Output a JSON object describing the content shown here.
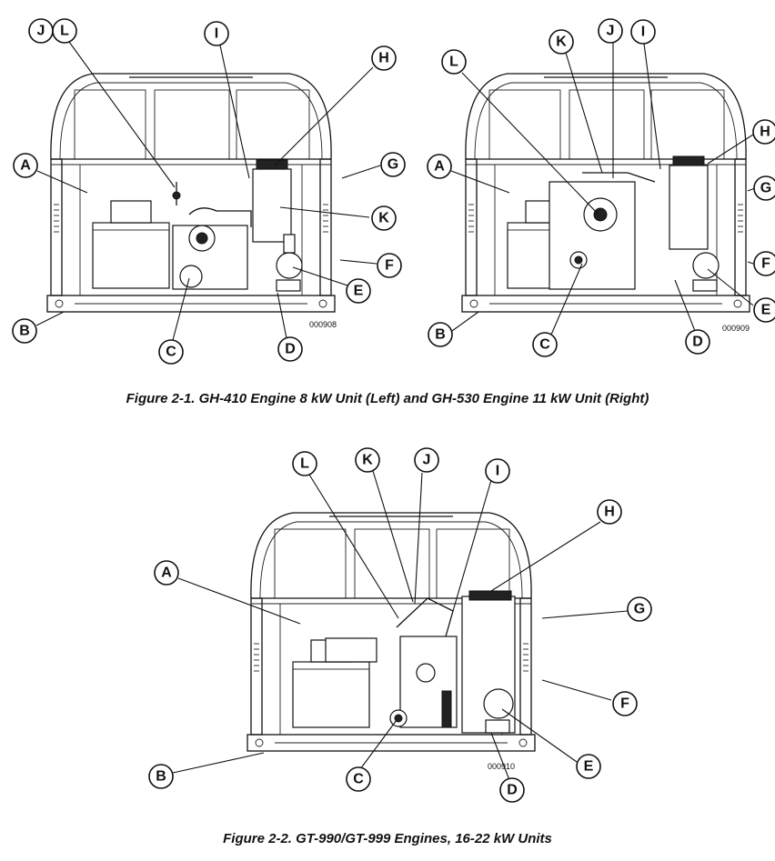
{
  "figure1": {
    "caption": "Figure 2-1. GH-410 Engine 8 kW Unit (Left) and GH-530 Engine 11 kW Unit (Right)",
    "left_code": "000908",
    "right_code": "000909",
    "left_callouts": [
      "A",
      "B",
      "C",
      "D",
      "E",
      "F",
      "G",
      "H",
      "I",
      "J",
      "K",
      "L"
    ],
    "right_callouts": [
      "A",
      "B",
      "C",
      "D",
      "E",
      "F",
      "G",
      "H",
      "I",
      "J",
      "K",
      "L"
    ]
  },
  "figure2": {
    "caption": "Figure 2-2. GT-990/GT-999 Engines, 16-22 kW Units",
    "code": "000910",
    "callouts": [
      "A",
      "B",
      "C",
      "D",
      "E",
      "F",
      "G",
      "H",
      "I",
      "J",
      "K",
      "L"
    ]
  }
}
